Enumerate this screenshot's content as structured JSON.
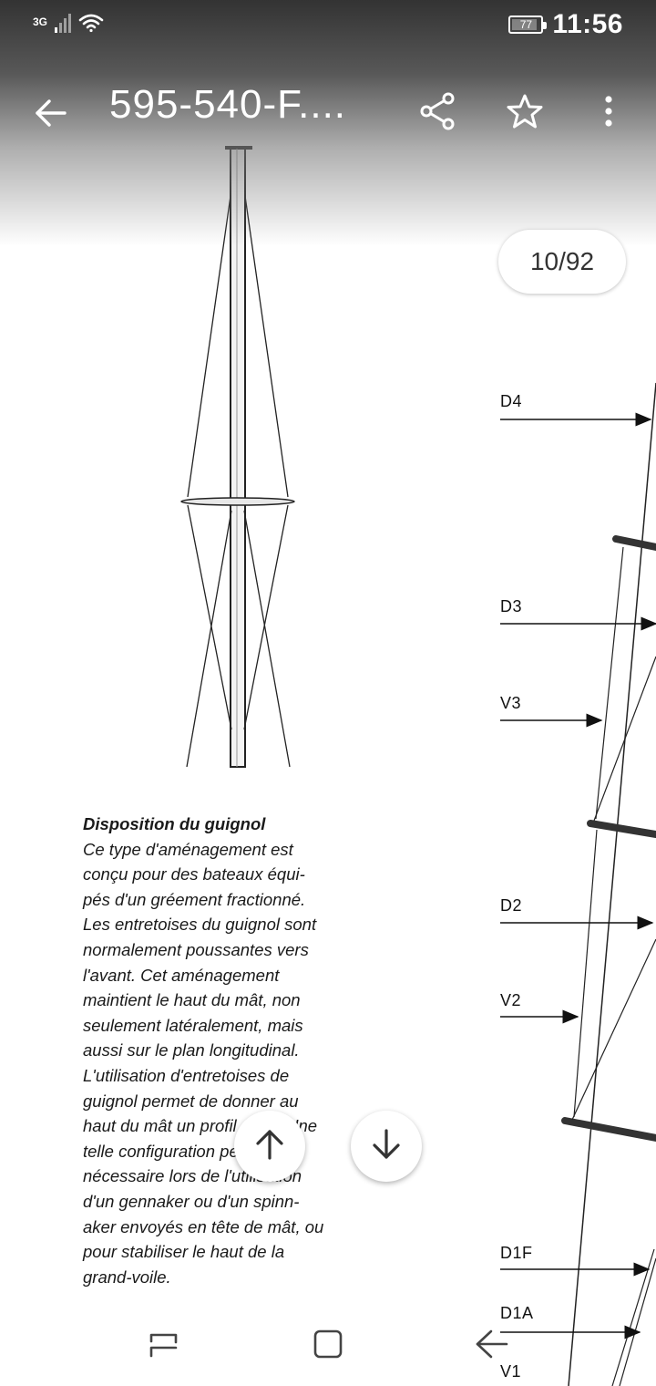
{
  "status_bar": {
    "network_type": "3G",
    "battery_level": "77",
    "time": "11:56",
    "icons": [
      "signal-icon",
      "wifi-icon",
      "battery-icon"
    ]
  },
  "app_bar": {
    "title": "595-540-F....",
    "icons": [
      "back-arrow-icon",
      "share-icon",
      "star-icon",
      "more-vert-icon"
    ]
  },
  "page_indicator": "10/92",
  "diagram": {
    "labels": [
      "D4",
      "D3",
      "V3",
      "D2",
      "V2",
      "D1F",
      "D1A",
      "V1"
    ]
  },
  "text": {
    "heading": "Disposition du guignol",
    "lines": [
      "Ce type d'aménagement est",
      "conçu pour des bateaux équi-",
      "pés d'un gréement fractionné.",
      "Les entretoises du guignol sont",
      "normalement poussantes vers",
      "l'avant. Cet aménagement",
      "maintient le haut du mât, non",
      "seulement latéralement, mais",
      "aussi sur le plan longitudinal.",
      "L'utilisation d'entretoises de",
      "guignol permet de donner au",
      "haut du mât un profil effilé. Une",
      "telle configuration peut être",
      "nécessaire lors de l'utilisation",
      "d'un gennaker ou d'un spinn-",
      "aker envoyés en tête de mât, ou",
      "pour stabiliser le haut de la",
      "grand-voile."
    ]
  },
  "fabs": {
    "icons": [
      "arrow-up-icon",
      "arrow-down-icon"
    ]
  },
  "nav_bar": {
    "icons": [
      "recents-icon",
      "home-icon",
      "back-icon"
    ]
  },
  "colors": {
    "status_text": "#ffffff",
    "overlay_dark": "#2a2a2a",
    "page_bg": "#ffffff",
    "text": "#1a1a1a"
  }
}
